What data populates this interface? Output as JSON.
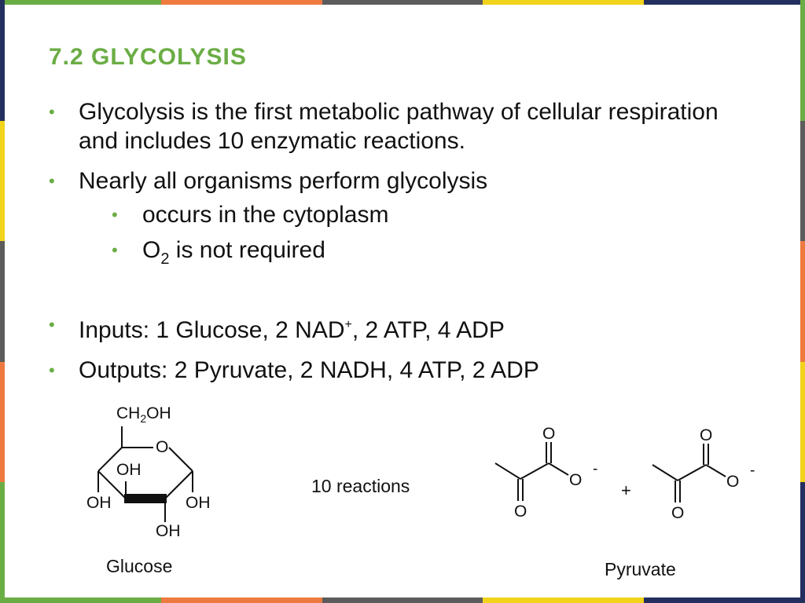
{
  "colors": {
    "green": "#6bad45",
    "orange": "#ee7a3f",
    "grey": "#5c5c5c",
    "yellow": "#f2d31b",
    "navy": "#23305f"
  },
  "slide": {
    "title": "7.2 GLYCOLYSIS",
    "bullet1": "Glycolysis is the first metabolic pathway of cellular respiration and includes 10 enzymatic reactions.",
    "bullet2": "Nearly all organisms perform glycolysis",
    "sub1": "occurs in the cytoplasm",
    "sub2_a": "O",
    "sub2_b": "2",
    "sub2_c": " is not required",
    "inputs_a": "Inputs: 1 Glucose, 2 NAD",
    "inputs_b": "+",
    "inputs_c": ", 2 ATP, 4 ADP",
    "outputs": "Outputs: 2 Pyruvate, 2 NADH, 4 ATP, 2 ADP"
  },
  "diagram": {
    "glucose": {
      "ch2oh_a": "CH",
      "ch2oh_b": "2",
      "ch2oh_c": "OH",
      "ring_o": "O",
      "oh_inner": "OH",
      "oh_left": "OH",
      "oh_right": "OH",
      "oh_bottom": "OH",
      "label": "Glucose"
    },
    "arrow_glyphs": [
      "",
      "",
      "",
      "",
      "",
      "",
      "",
      "",
      "",
      ""
    ],
    "reactions": "10 reactions",
    "pyruvate1": {
      "o_top": "O",
      "o_minus": "O",
      "charge": "-",
      "o_bottom": "O"
    },
    "plus": "+",
    "pyruvate2": {
      "o_top": "O",
      "o_minus": "O",
      "charge": "-",
      "o_bottom": "O"
    },
    "pyruvate_label": "Pyruvate"
  }
}
